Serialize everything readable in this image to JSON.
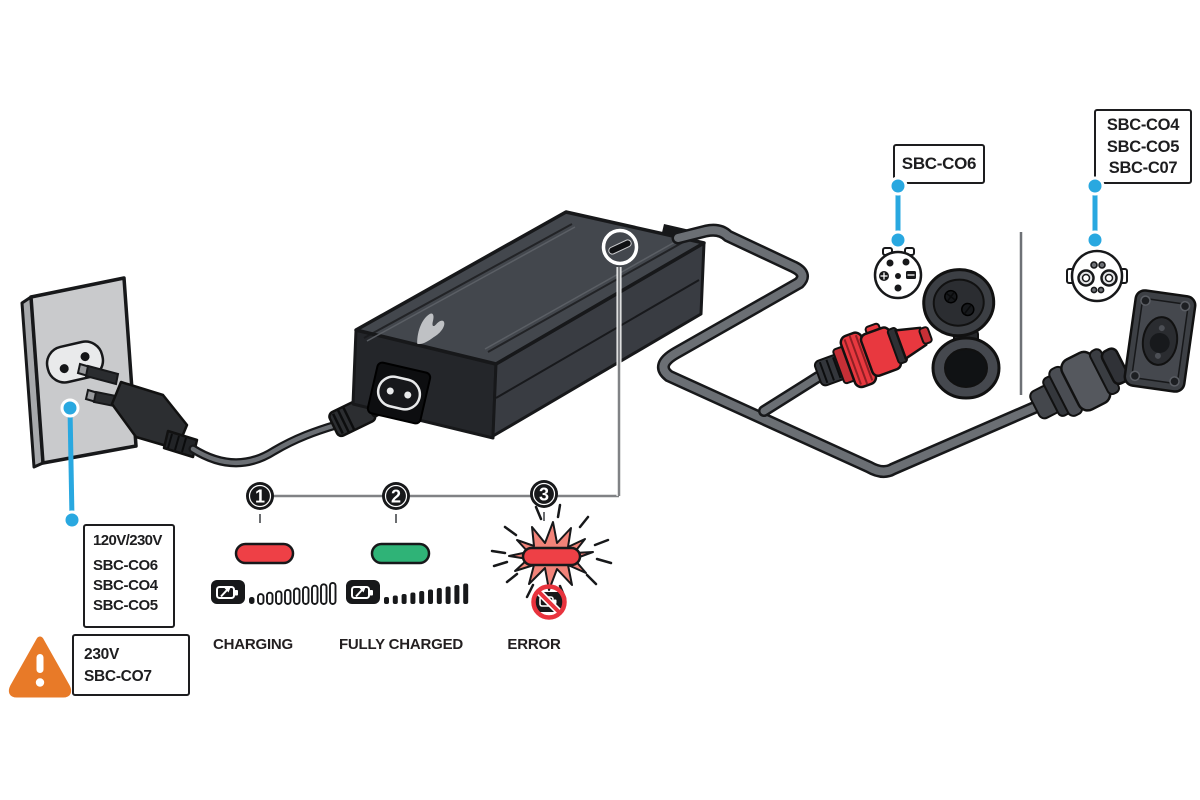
{
  "legend": {
    "items": [
      {
        "num": "1",
        "label": "CHARGING",
        "led": "solid red",
        "battery_icon": "battery-charging-icon"
      },
      {
        "num": "2",
        "label": "FULLY CHARGED",
        "led": "solid green",
        "battery_icon": "battery-full-icon"
      },
      {
        "num": "3",
        "label": "ERROR",
        "led": "flashing red",
        "battery_icon": "battery-prohibited-icon"
      }
    ]
  },
  "callouts": {
    "co6_label": "SBC-CO6",
    "co457_lines": [
      "SBC-CO4",
      "SBC-CO5",
      "SBC-C07"
    ],
    "outlet_box": {
      "voltage": "120V/230V",
      "models": [
        "SBC-CO6",
        "SBC-CO4",
        "SBC-CO5"
      ]
    },
    "warning_box": {
      "voltage": "230V",
      "model": "SBC-CO7"
    }
  },
  "icons": {
    "warning": "warning-triangle-icon",
    "led_indicator": "charger-led-indicator",
    "battery_charging": "battery-charging-icon",
    "battery_error": "battery-prohibited-icon"
  },
  "colors": {
    "callout_blue": "#29a8e0",
    "led_red": "#ee4046",
    "led_green": "#2fb377",
    "error_red": "#e8333d",
    "warning_orange": "#e87a28",
    "cable_gray": "#6b6f74",
    "charger_body": "#43474d",
    "outline_black": "#17181a"
  }
}
